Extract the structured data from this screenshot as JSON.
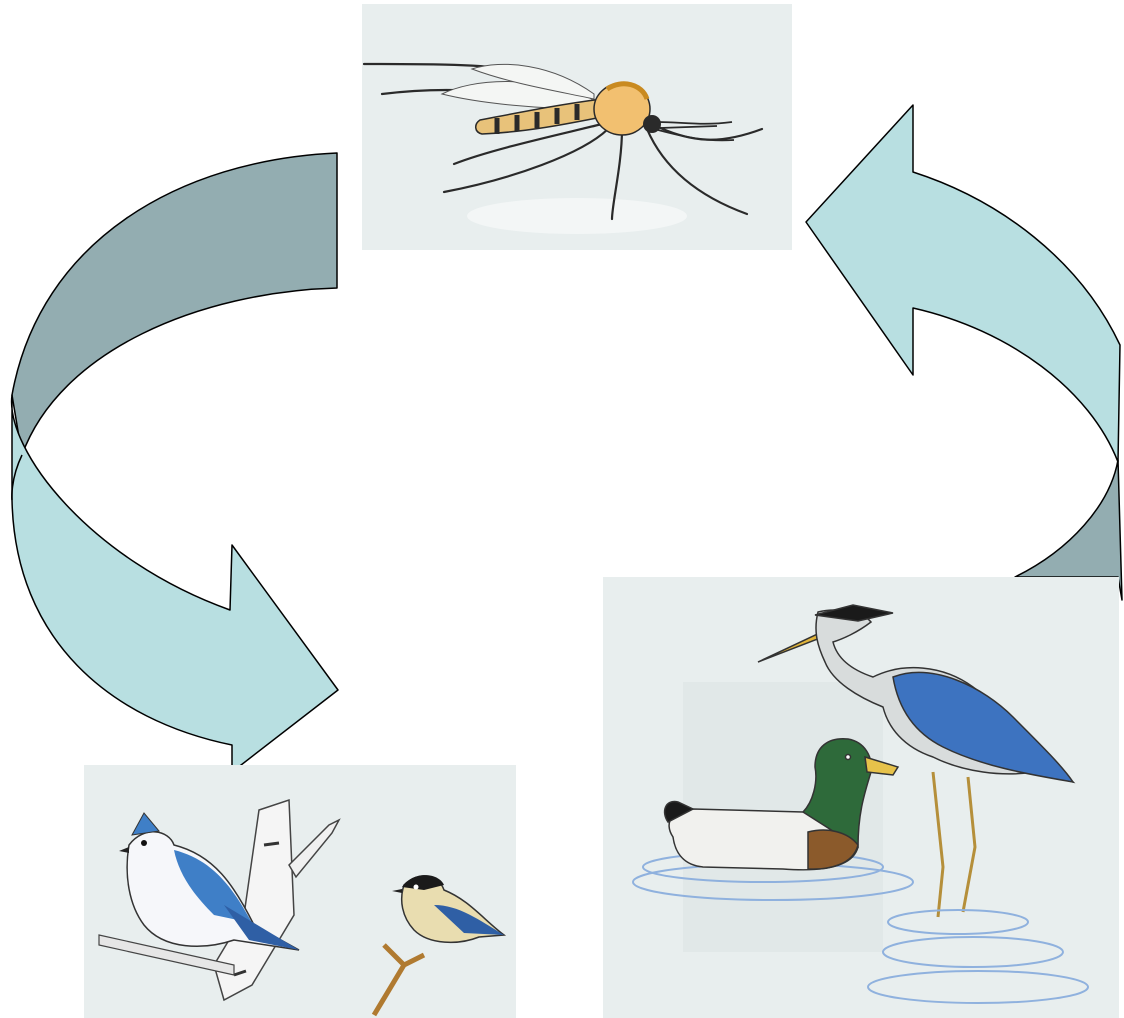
{
  "diagram": {
    "type": "cycle",
    "nodes": [
      {
        "id": "mosquito",
        "icon": "mosquito-illustration"
      },
      {
        "id": "small-birds",
        "icon": "blue-jay-and-chickadee-illustration"
      },
      {
        "id": "water-birds",
        "icon": "heron-and-mallard-illustration"
      }
    ],
    "edges": [
      {
        "from": "mosquito",
        "to": "small-birds",
        "icon": "curved-arrow-icon"
      },
      {
        "from": "water-birds",
        "to": "mosquito",
        "icon": "curved-arrow-icon"
      }
    ],
    "colors": {
      "arrow_front": "#b8dfe1",
      "arrow_back": "#93adb1",
      "outline": "#000000",
      "panel_bg": "#e8eeee"
    }
  }
}
